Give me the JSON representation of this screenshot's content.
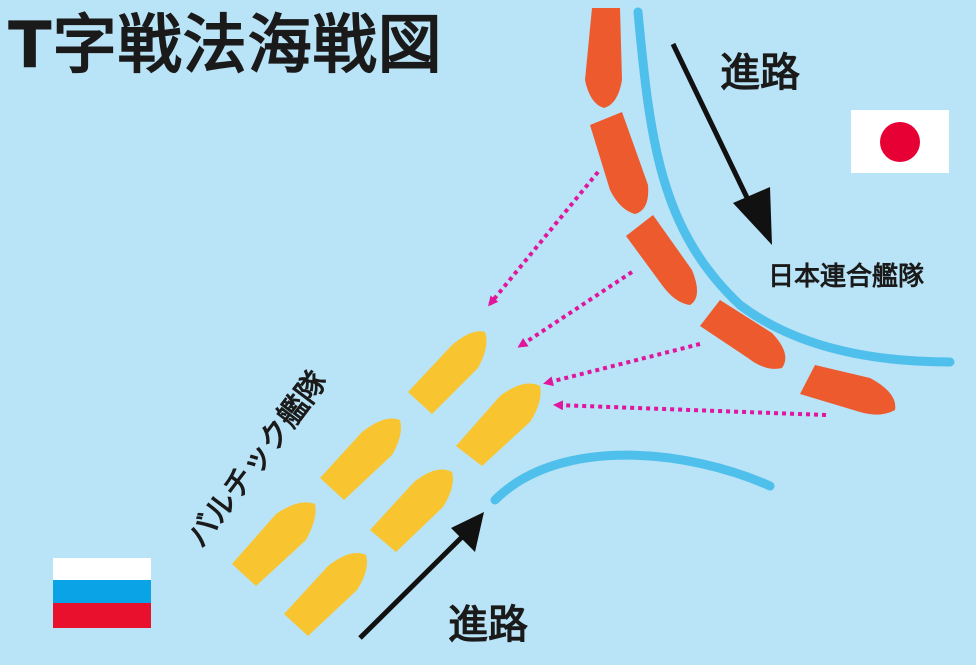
{
  "title": "T字戦法海戦図",
  "labels": {
    "route_japan": "進路",
    "route_russia": "進路",
    "japan_fleet": "日本連合艦隊",
    "baltic_fleet": "バルチック艦隊"
  },
  "colors": {
    "sea": "#b9e3f6",
    "japan_ship": "#ec5a2d",
    "baltic_ship": "#f8c531",
    "course_line": "#4fbfec",
    "fire_arrow": "#e0169c",
    "route_arrow": "#111111",
    "flag_japan_red": "#e60033",
    "flag_russia_blue": "#0aa3e6",
    "flag_russia_red": "#e8102c"
  },
  "icons": {
    "japan_flag": "japan-flag-icon",
    "russia_flag": "russia-flag-icon"
  }
}
